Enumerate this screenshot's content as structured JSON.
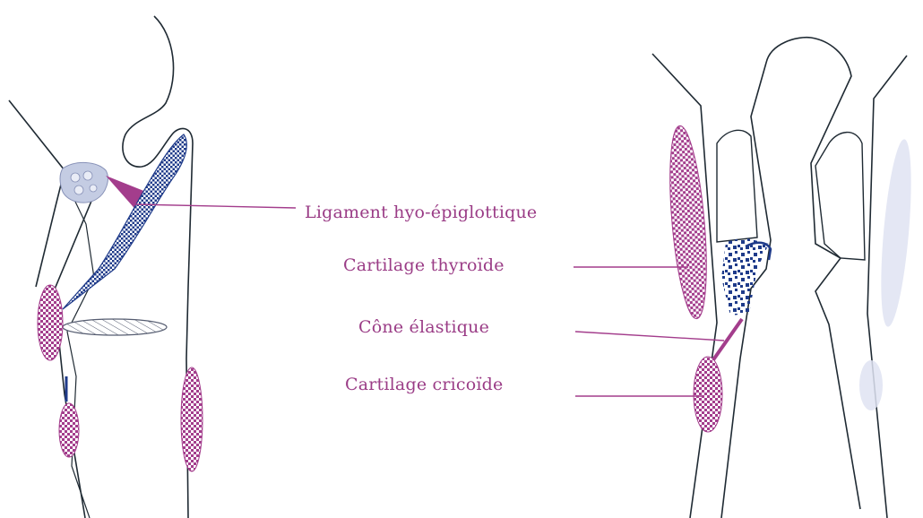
{
  "labels": {
    "hyo_epiglottique": "Ligament hyo-épiglottique",
    "cartilage_thyroide": "Cartilage thyroïde",
    "cone_elastique": "Cône élastique",
    "cartilage_cricoide": "Cartilage cricoïde"
  },
  "colors": {
    "outline": "#1f2a33",
    "magenta": "#a33d8c",
    "label": "#9a3c86",
    "navy": "#1f3b8a",
    "pale": "#c9cde6",
    "hyoid_gray": "#aab4d6"
  }
}
